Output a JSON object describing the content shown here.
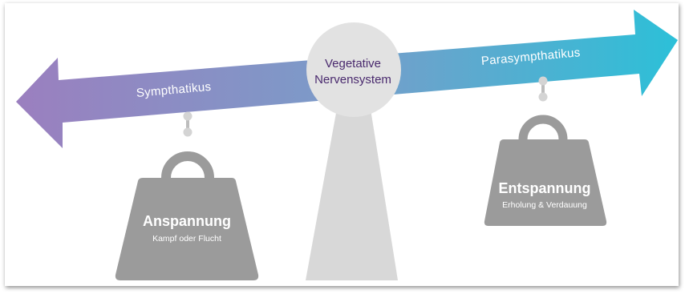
{
  "arrow": {
    "left_label": "Sympthatikus",
    "right_label": "Parasympthatikus",
    "gradient_start": "#9b7fbf",
    "gradient_end": "#2cc0d8"
  },
  "hub": {
    "line1": "Vegetative",
    "line2": "Nervensystem"
  },
  "weights": {
    "left": {
      "title": "Anspannung",
      "subtitle": "Kampf oder Flucht"
    },
    "right": {
      "title": "Entspannung",
      "subtitle": "Erholung & Verdauung"
    }
  },
  "colors": {
    "weight_fill": "#9b9b9b",
    "pedestal_fill": "#d8d8d8",
    "hub_text": "#4a2a6e"
  }
}
